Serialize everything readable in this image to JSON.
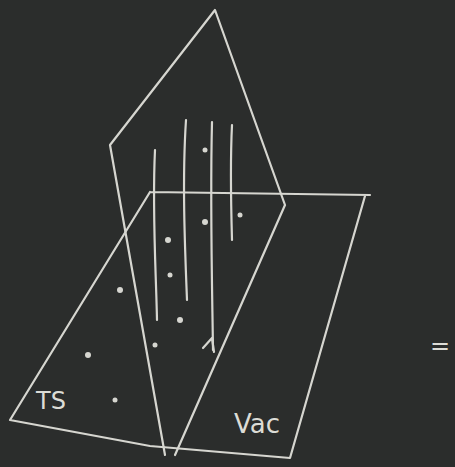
{
  "diagram": {
    "labels": [
      "TS",
      "Vac",
      "="
    ]
  }
}
